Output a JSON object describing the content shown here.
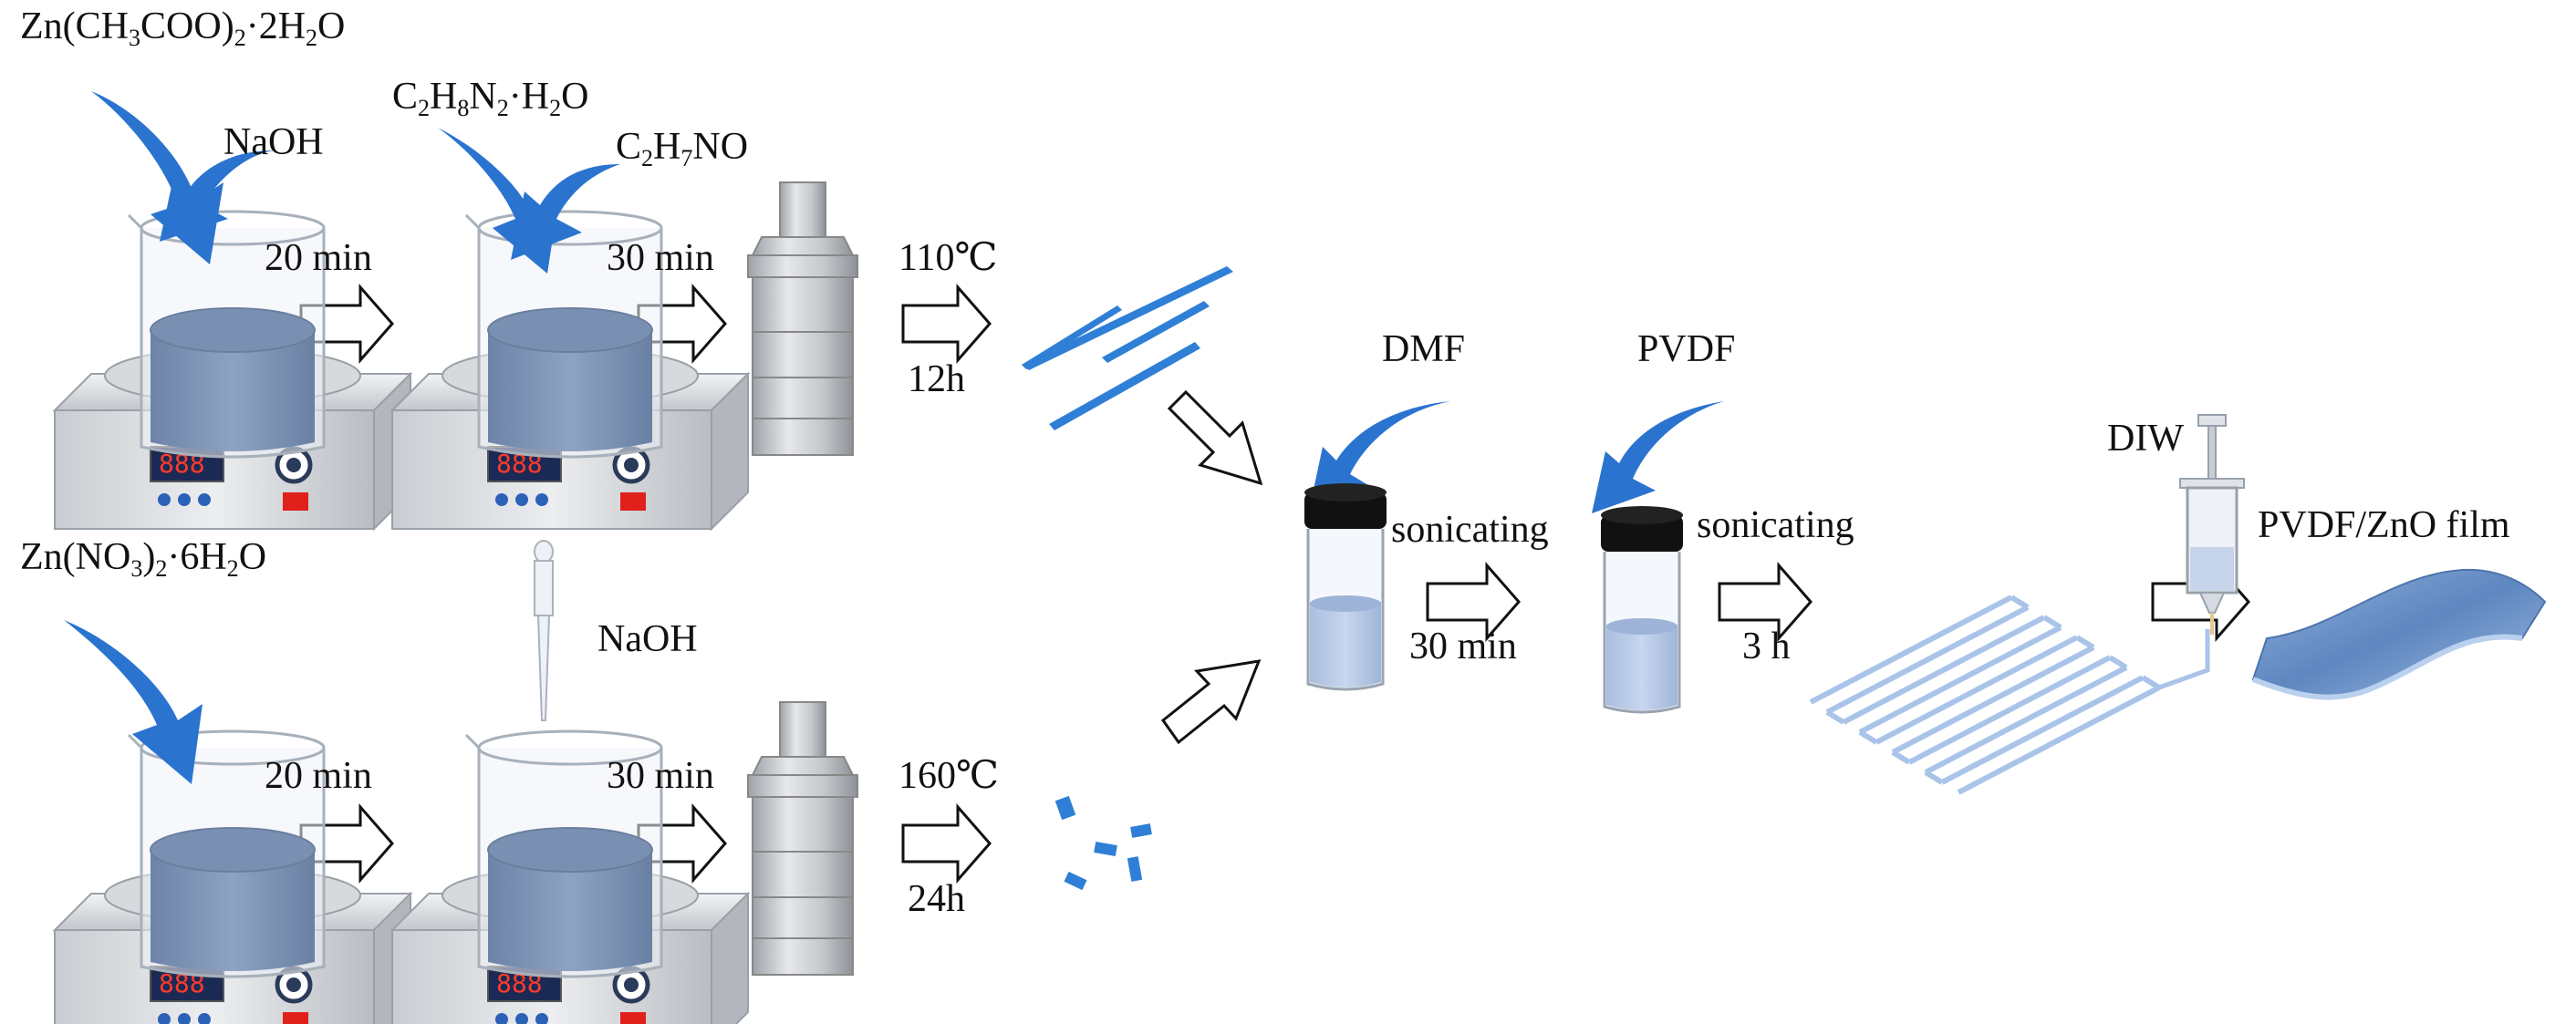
{
  "reagents": {
    "top_zinc_salt": "Zn(CH3COO)2·2H2O",
    "top_naoh": "NaOH",
    "top_hydrazine": "C2H8N2·H2O",
    "top_ethanolamine": "C2H7NO",
    "bottom_zinc_salt": "Zn(NO3)2·6H2O",
    "bottom_naoh": "NaOH",
    "dmf": "DMF",
    "pvdf": "PVDF"
  },
  "steps": {
    "top_stir_time_1": "20 min",
    "top_stir_time_2": "30 min",
    "top_hydro_temp": "110℃",
    "top_hydro_time": "12h",
    "bottom_stir_time_1": "20 min",
    "bottom_stir_time_2": "30 min",
    "bottom_hydro_temp": "160℃",
    "bottom_hydro_time": "24h",
    "sonicate_1_label": "sonicating",
    "sonicate_1_time": "30 min",
    "sonicate_2_label": "sonicating",
    "sonicate_2_time": "3 h",
    "printing_label": "DIW",
    "product_label": "PVDF/ZnO film"
  },
  "colors": {
    "reagent_arrow": "#2a74cf",
    "nanostructure": "#2f7fd6",
    "solution": "#7f96b8",
    "steel": "#c9ccd0",
    "display": "#e23a2a",
    "film": "#6f94c7",
    "print_line": "#a9c4e8"
  }
}
